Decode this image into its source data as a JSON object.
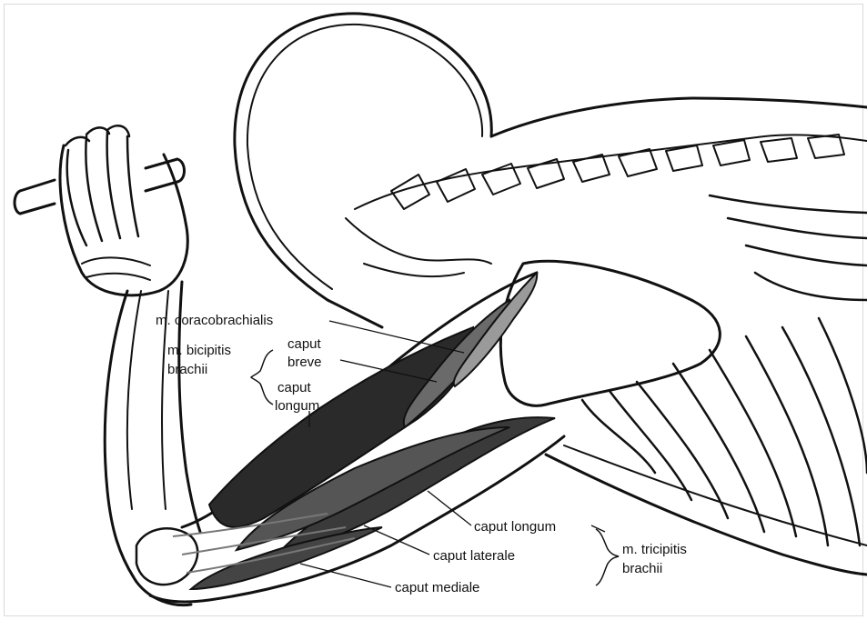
{
  "labels": {
    "coracobrachialis": "m. coracobrachialis",
    "biceps_line1": "m. bicipitis",
    "biceps_line2": "brachii",
    "caput_breve_1": "caput",
    "caput_breve_2": "breve",
    "caput_longum_biceps_1": "caput",
    "caput_longum_biceps_2": "longum",
    "caput_longum_triceps": "caput longum",
    "caput_laterale": "caput laterale",
    "caput_mediale": "caput mediale",
    "triceps_line1": "m. tricipitis",
    "triceps_line2": "brachii"
  }
}
